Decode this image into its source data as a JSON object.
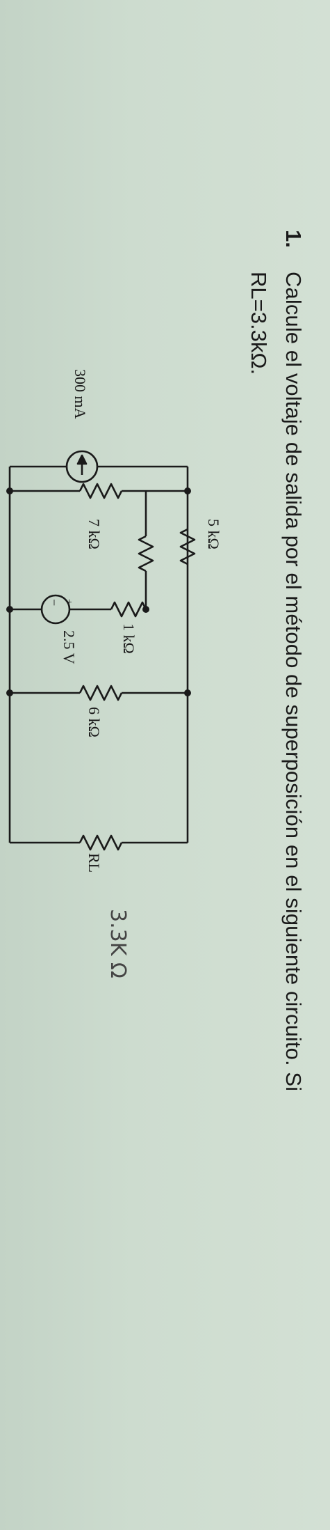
{
  "question": {
    "number": "1.",
    "line1": "Calcule el voltaje de salida por el método de superposición en el siguiente circuito. Si",
    "line2": "RL=3.3kΩ."
  },
  "circuit": {
    "current_source": "300 mA",
    "r_7k": "7 kΩ",
    "r_5k": "5 kΩ",
    "r_1k": "1 kΩ",
    "voltage_source": "2.5 V",
    "plus": "+",
    "minus": "−",
    "r_6k": "6 kΩ",
    "r_load": "RL",
    "load_sub": "L"
  },
  "handwritten": {
    "value": "3.3K Ω"
  }
}
